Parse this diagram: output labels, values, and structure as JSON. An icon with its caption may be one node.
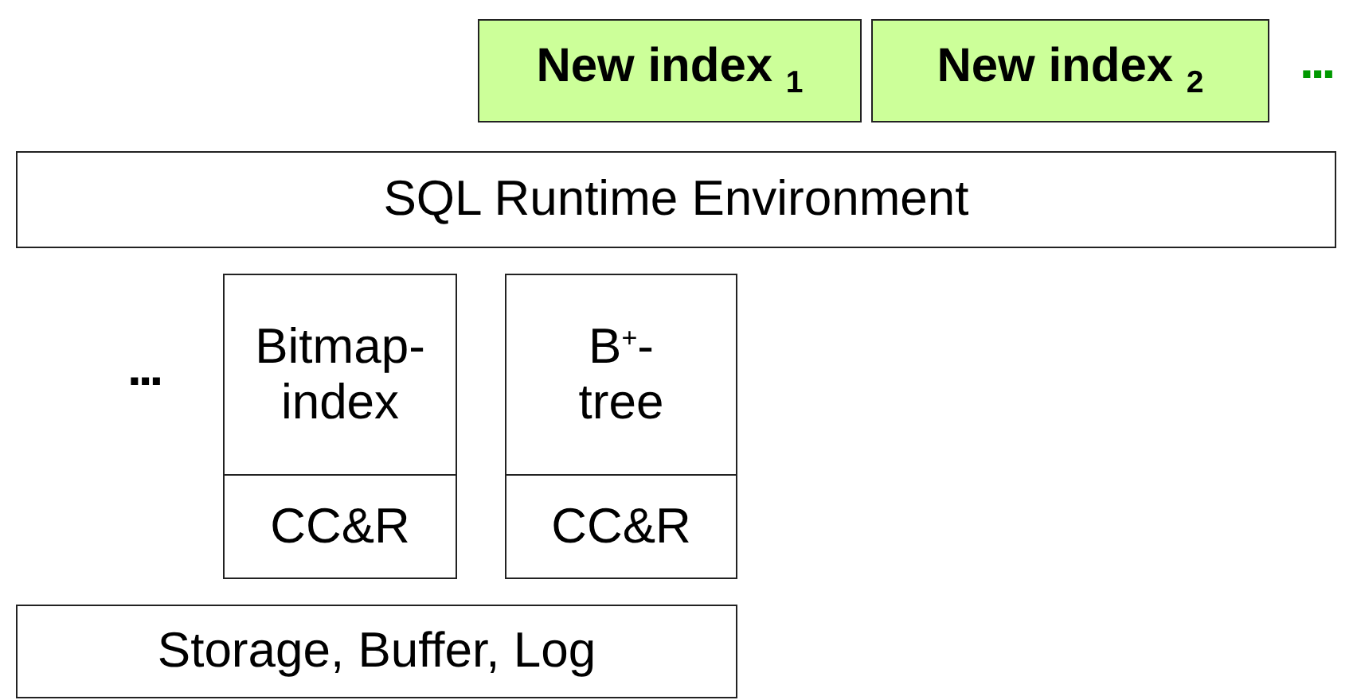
{
  "diagram": {
    "nodes": [
      {
        "text": [
          "New index $_{1}$"
        ]
      },
      {
        "text": [
          "New index $_{2}$"
        ]
      },
      {
        "text": [
          "SQL Runtime Environment"
        ]
      },
      {
        "text": [
          "Bitmap-index"
        ]
      },
      {
        "text": [
          "CC&R"
        ]
      },
      {
        "text": [
          "B$^{+}$-tree"
        ]
      },
      {
        "text": [
          "CC&R"
        ]
      },
      {
        "text": [
          "Storage, Buffer, Log"
        ]
      }
    ],
    "edges": [],
    "labels": [
      "...",
      "..."
    ]
  }
}
